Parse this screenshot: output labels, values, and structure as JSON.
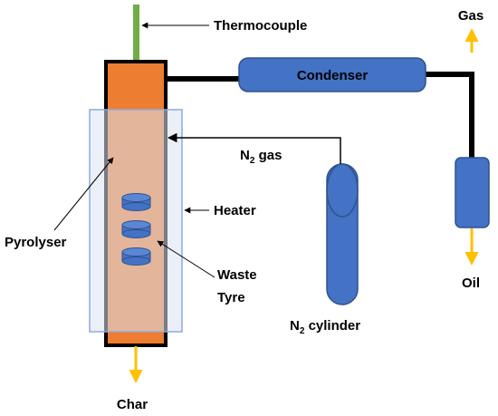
{
  "labels": {
    "thermocouple": "Thermocouple",
    "condenser": "Condenser",
    "gas": "Gas",
    "n2_gas_prefix": "N",
    "n2_gas_sub": "2",
    "n2_gas_suffix": " gas",
    "heater": "Heater",
    "pyrolyser": "Pyrolyser",
    "waste_line1": "Waste",
    "waste_line2": "Tyre",
    "n2_cyl_prefix": "N",
    "n2_cyl_sub": "2",
    "n2_cyl_suffix": " cylinder",
    "oil": "Oil",
    "char": "Char"
  },
  "colors": {
    "reactor_fill": "#ED7D31",
    "reactor_border": "#000000",
    "heater_fill": "#DAE3F3",
    "heater_border": "#8FAADC",
    "equipment_blue": "#4472C4",
    "equipment_border": "#2F528F",
    "thermocouple_green": "#70AD47",
    "flow_arrow": "#FFC000",
    "pipe": "#000000"
  }
}
